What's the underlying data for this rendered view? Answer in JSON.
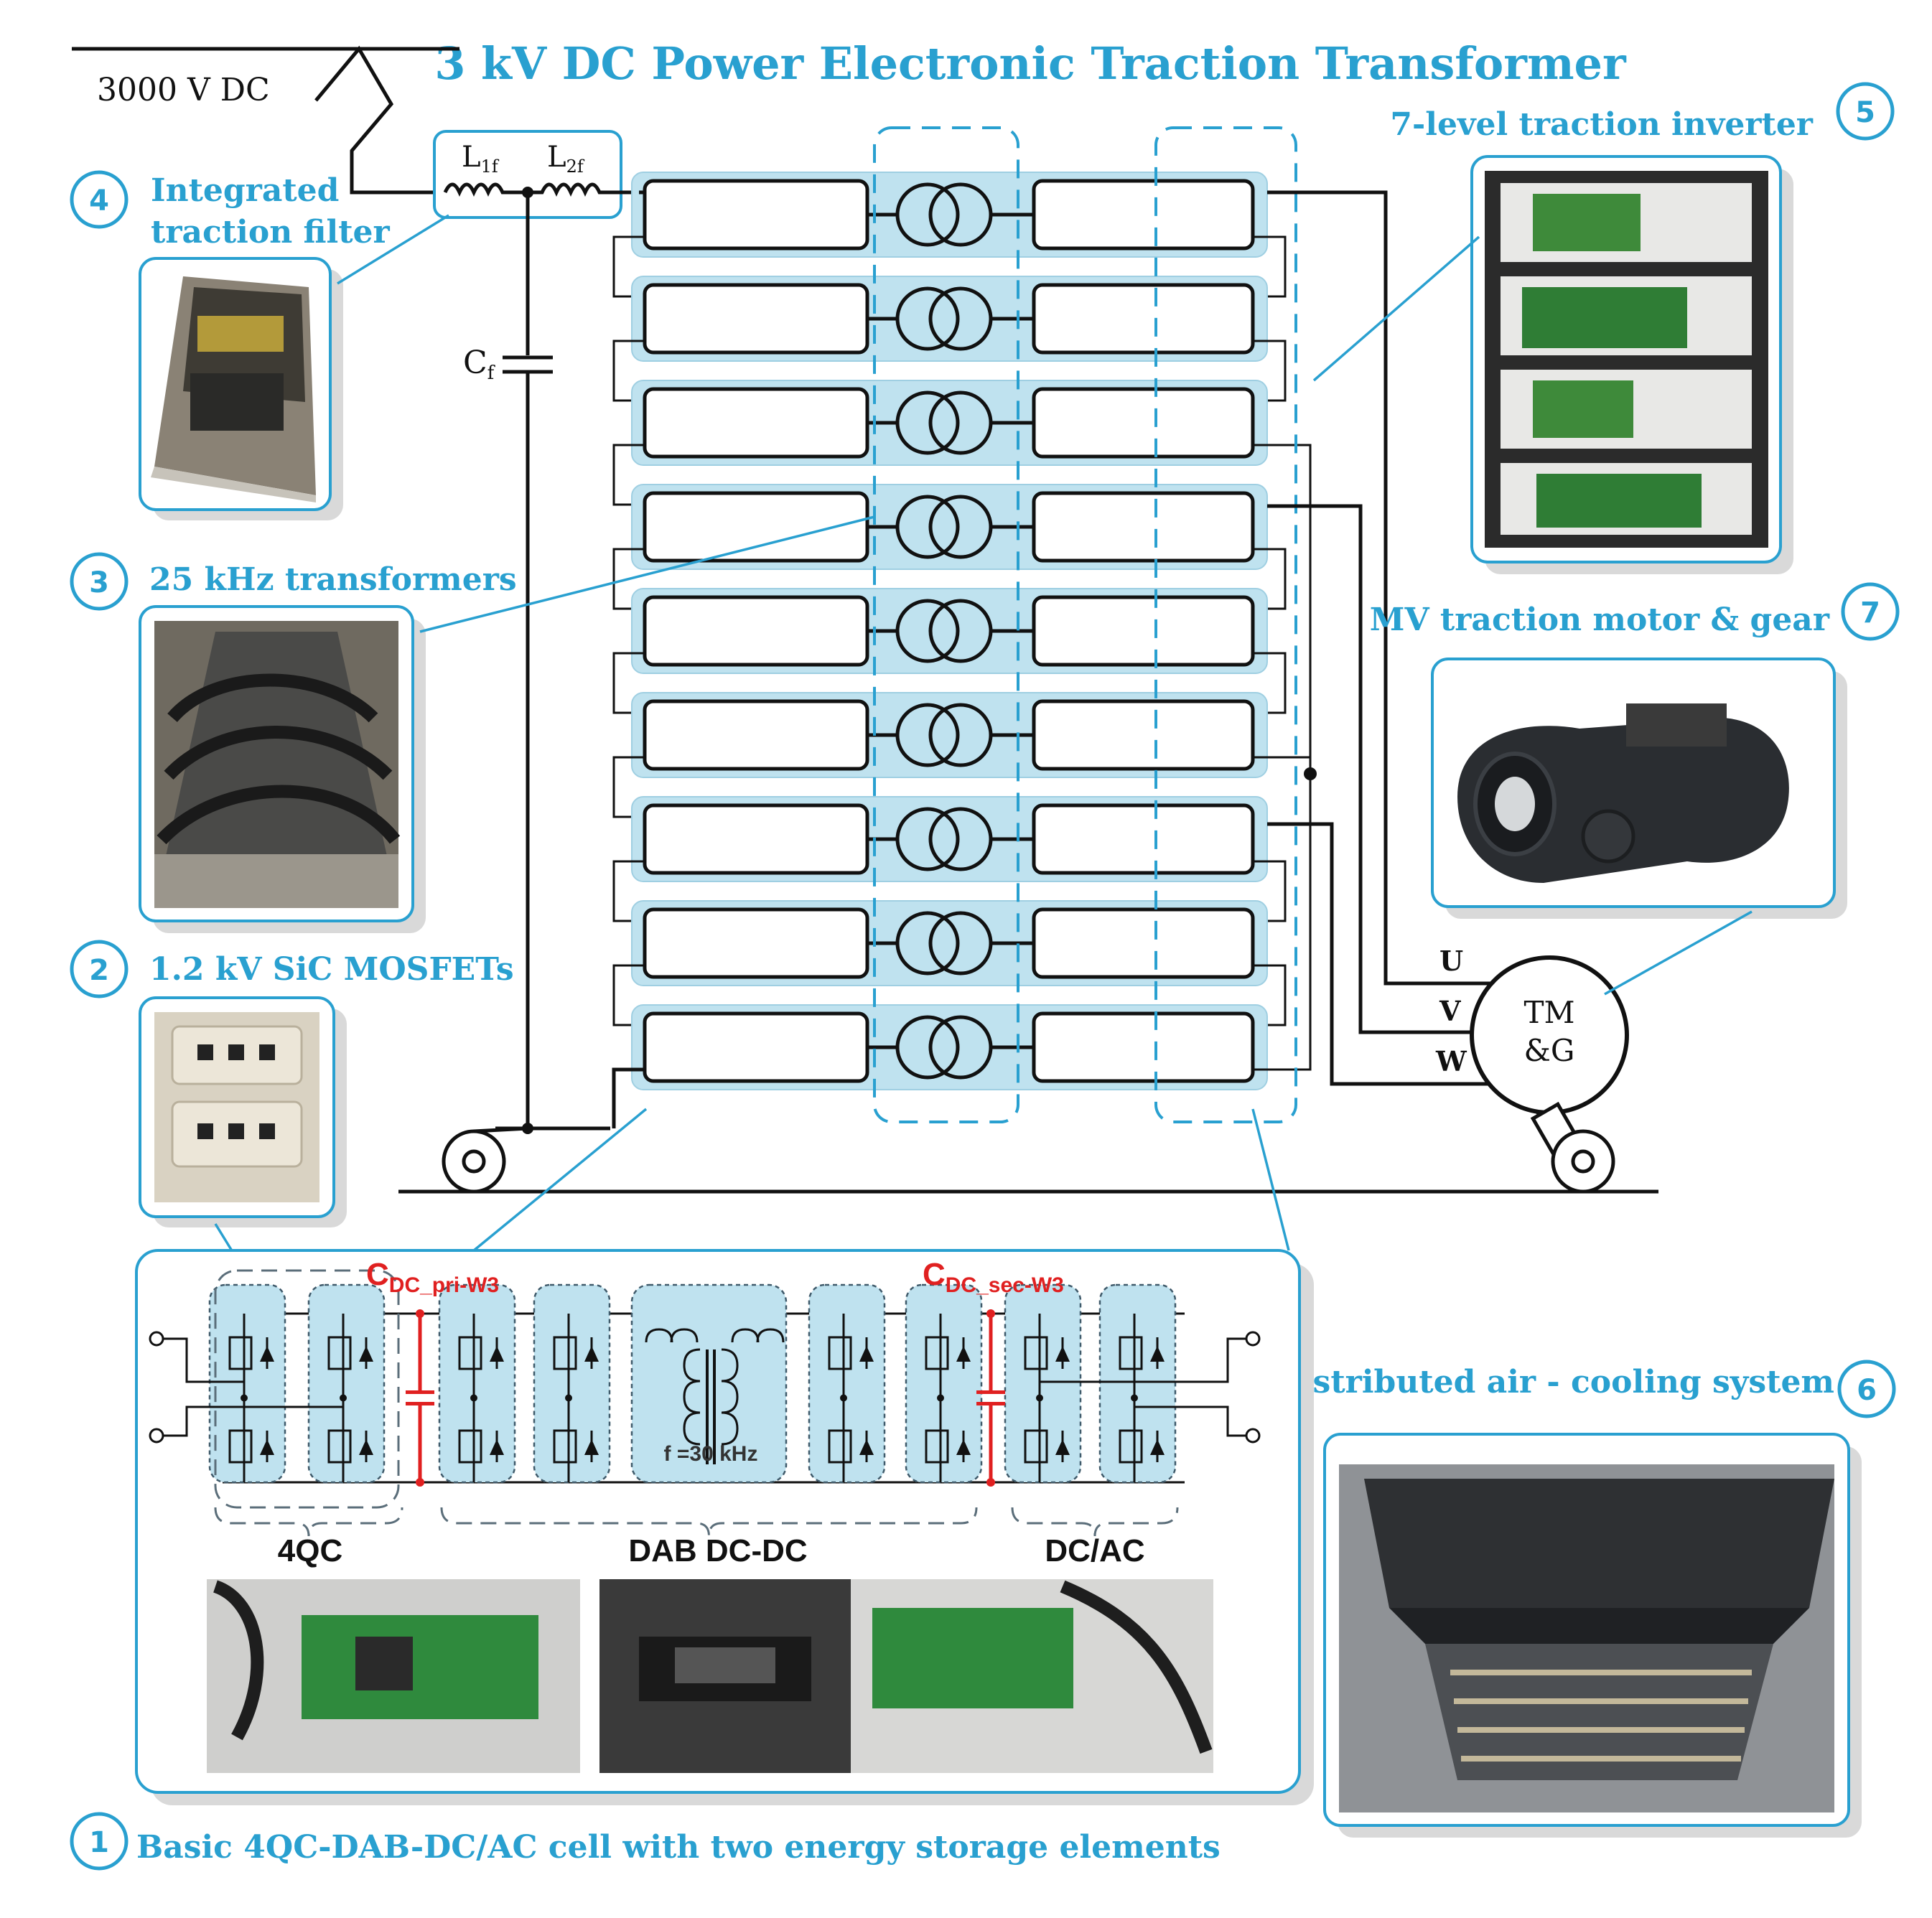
{
  "title": "3 kV DC Power Electronic Traction Transformer",
  "supply_label": "3000 V DC",
  "filter_labels": {
    "l1": "L",
    "l1_sub": "1f",
    "l2": "L",
    "l2_sub": "2f",
    "cf": "C",
    "cf_sub": "f"
  },
  "phase_labels": [
    "U",
    "V",
    "W"
  ],
  "motor_label_line1": "TM",
  "motor_label_line2": "&G",
  "callouts": [
    {
      "num": "1",
      "text": "Basic 4QC-DAB-DC/AC cell with two energy storage elements"
    },
    {
      "num": "2",
      "text": "1.2 kV SiC MOSFETs"
    },
    {
      "num": "3",
      "text": "25 kHz transformers"
    },
    {
      "num": "4",
      "text_line1": "Integrated",
      "text_line2": "traction filter"
    },
    {
      "num": "5",
      "text": "7-level traction inverter"
    },
    {
      "num": "6",
      "text": "Distributed air - cooling system"
    },
    {
      "num": "7",
      "text": "MV traction motor & gear"
    }
  ],
  "cell_detail": {
    "cap_pri": "C",
    "cap_pri_sub": "DC_pri-W3",
    "cap_sec": "C",
    "cap_sec_sub": "DC_sec-W3",
    "freq_label": "f =30 kHz",
    "section_labels": [
      "4QC",
      "DAB DC-DC",
      "DC/AC"
    ]
  },
  "colors": {
    "accent": "#29a0d0",
    "cell_fill": "#bfe2ef",
    "capacitor": "#e02020"
  },
  "cell_count": 9
}
